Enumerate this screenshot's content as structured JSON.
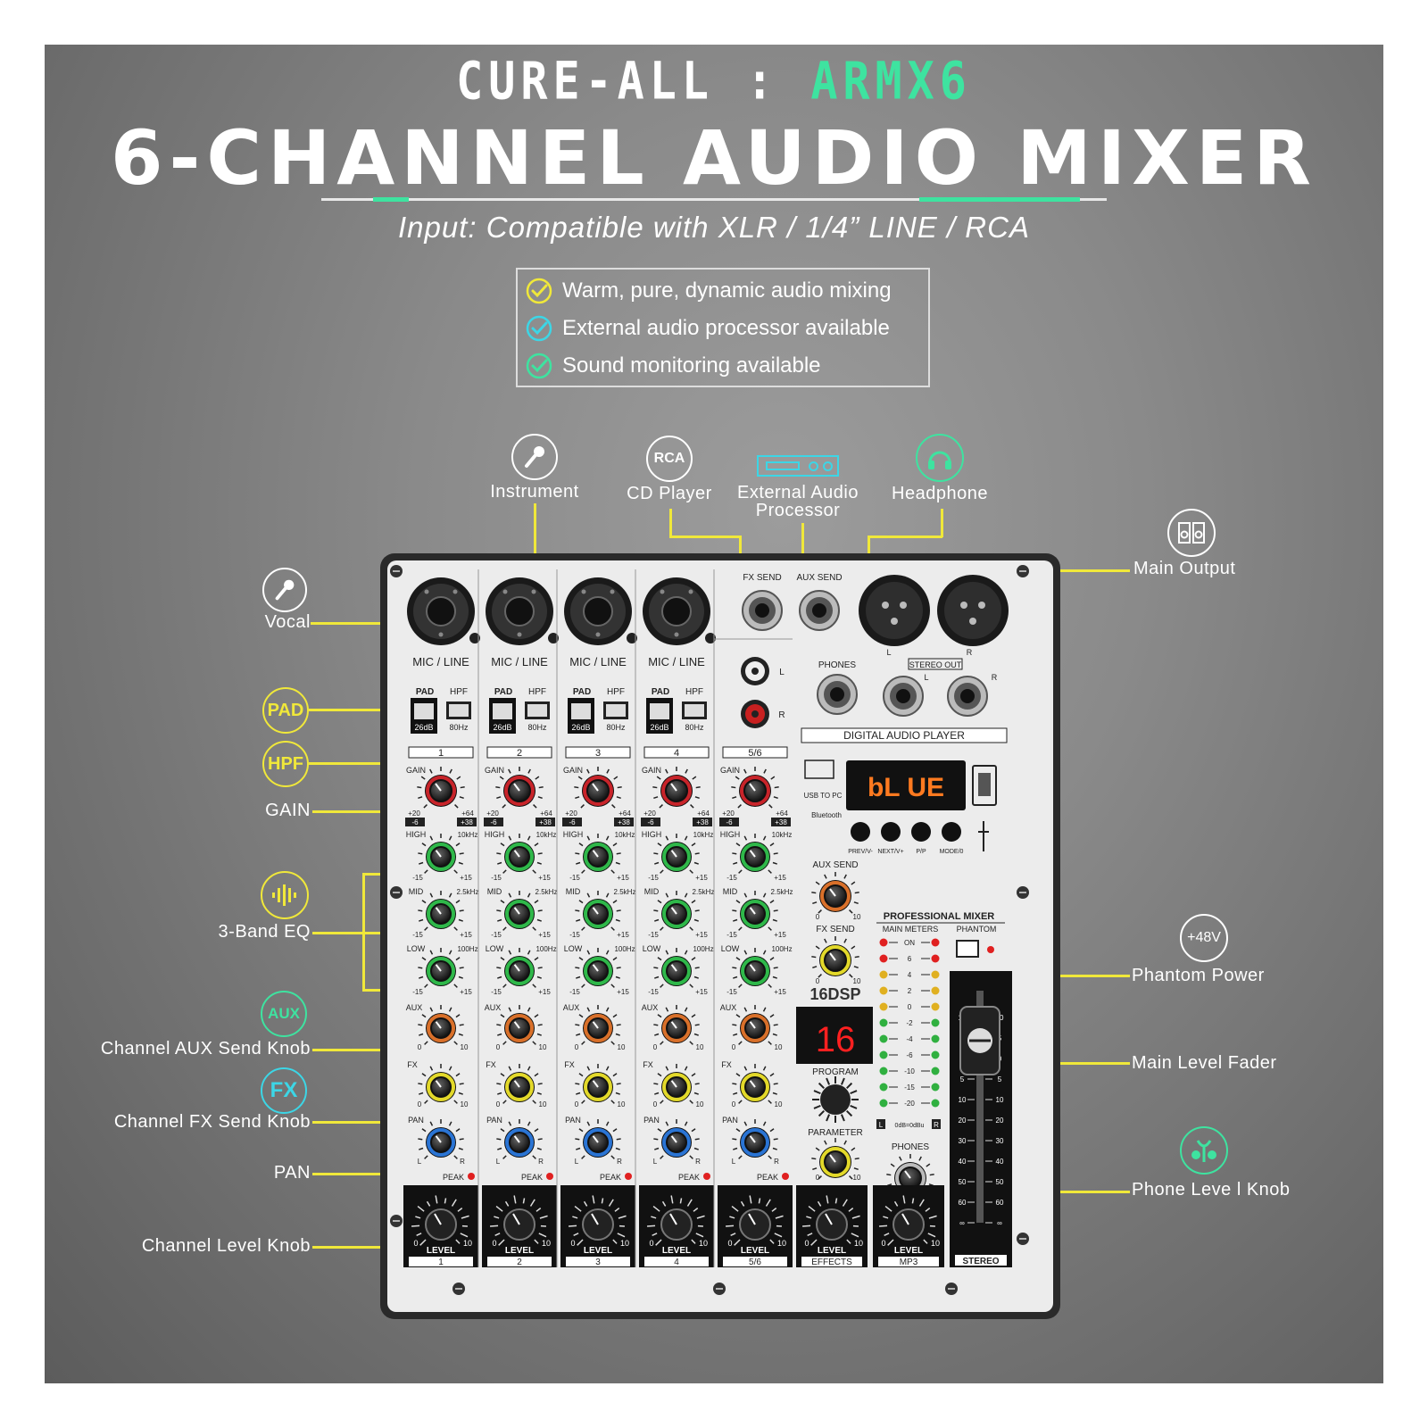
{
  "header": {
    "brand_prefix": "CURE-ALL : ",
    "brand_model": "ARMX6",
    "title": "6-CHANNEL AUDIO MIXER",
    "subtitle": "Input: Compatible with XLR / 1/4” LINE / RCA"
  },
  "features": [
    {
      "text": "Warm, pure, dynamic audio mixing",
      "check_color": "#f0e83a"
    },
    {
      "text": "External audio processor available",
      "check_color": "#3cd6e6"
    },
    {
      "text": "Sound monitoring available",
      "check_color": "#3ee3a0"
    }
  ],
  "top_labels": {
    "instrument": "Instrument",
    "cd_player": "CD Player",
    "rca_icon": "RCA",
    "external_audio_processor": "External Audio Processor",
    "headphone": "Headphone",
    "main_output": "Main Output"
  },
  "left_labels": {
    "vocal": "Vocal",
    "pad": "PAD",
    "hpf": "HPF",
    "gain": "GAIN",
    "eq": "3-Band EQ",
    "aux_icon": "AUX",
    "aux_send": "Channel AUX Send Knob",
    "fx_icon": "FX",
    "fx_send": "Channel FX Send Knob",
    "pan": "PAN",
    "channel_level": "Channel Level Knob"
  },
  "right_labels": {
    "phantom_icon": "+48V",
    "phantom_power": "Phantom Power",
    "main_fader": "Main Level Fader",
    "phone_level": "Phone Leve l Knob"
  },
  "panel": {
    "mic_line": "MIC / LINE",
    "pad": "PAD",
    "pad_value": "26dB",
    "hpf": "HPF",
    "hpf_value": "80Hz",
    "channels": [
      "1",
      "2",
      "3",
      "4",
      "5/6"
    ],
    "gain": "GAIN",
    "gain_min": "+20",
    "gain_max": "+64",
    "gain_min2": "-6",
    "gain_max2": "+38",
    "high": "HIGH",
    "high_freq": "10kHz",
    "mid": "MID",
    "mid_freq": "2.5kHz",
    "low": "LOW",
    "low_freq": "100Hz",
    "eq_min": "-15",
    "eq_max": "+15",
    "aux": "AUX",
    "fx": "FX",
    "pan": "PAN",
    "pan_l": "L",
    "pan_r": "R",
    "knob_min": "0",
    "knob_max": "10",
    "peak": "PEAK",
    "level": "LEVEL",
    "fx_send": "FX SEND",
    "aux_send": "AUX SEND",
    "l": "L",
    "r": "R",
    "stereo_out": "STEREO OUT",
    "phones": "PHONES",
    "digital_audio_player": "DIGITAL AUDIO PLAYER",
    "usb_to_pc": "USB TO PC",
    "bluetooth": "Bluetooth",
    "display_text": "bL UE",
    "btn_prev": "PREV/V-",
    "btn_next": "NEXT/V+",
    "btn_pp": "P/P",
    "btn_mode": "MODE/0",
    "professional_mixer": "PROFESSIONAL MIXER",
    "main_meters": "MAIN METERS",
    "phantom": "PHANTOM",
    "meter_labels": [
      "ON",
      "6",
      "4",
      "2",
      "0",
      "-2",
      "-4",
      "-6",
      "-10",
      "-15",
      "-20"
    ],
    "meter_foot": "0dB=0dBu",
    "dsp": "16DSP",
    "dsp_display": "16",
    "program": "PROGRAM",
    "parameter": "PARAMETER",
    "effects": "EFFECTS",
    "mp3": "MP3",
    "stereo": "STEREO",
    "fader_scale": [
      "10",
      "5",
      "0",
      "5",
      "10",
      "20",
      "30",
      "40",
      "50",
      "60",
      "∞"
    ]
  },
  "colors": {
    "accent_green": "#3ee3a0",
    "accent_yellow": "#f0e83a",
    "accent_cyan": "#3cd6e6",
    "knob_gain": "#c8242a",
    "knob_eq": "#2fb84a",
    "knob_aux": "#d9702a",
    "knob_fx": "#e3d92a",
    "knob_pan": "#2a74d4",
    "led_red": "#e02020",
    "led_yellow": "#e0b020",
    "led_green": "#30b040",
    "display_orange": "#ff7a20",
    "display_red": "#ff2020"
  }
}
